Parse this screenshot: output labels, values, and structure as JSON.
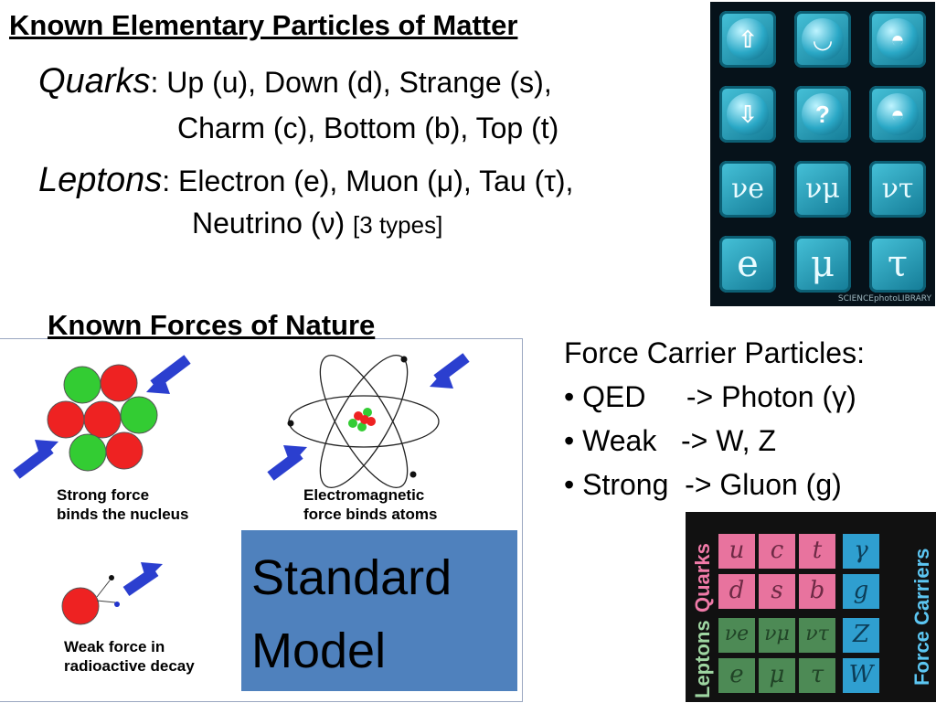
{
  "matter": {
    "title": "Known Elementary Particles of Matter",
    "quarks_label": "Quarks",
    "quarks_line1": ": Up (u), Down (d), Strange (s),",
    "quarks_line2": "Charm (c), Bottom (b), Top (t)",
    "leptons_label": "Leptons",
    "leptons_line1": ": Electron (e), Muon (μ), Tau (τ),",
    "leptons_line2": "Neutrino (ν)",
    "leptons_note": "[3 types]"
  },
  "tiles": {
    "rows": [
      [
        "⇧",
        "◡",
        "◓"
      ],
      [
        "⇩",
        "?",
        "◓"
      ],
      [
        "νe",
        "νμ",
        "ντ"
      ],
      [
        "e",
        "μ",
        "τ"
      ]
    ],
    "credit": "SCIENCEphotoLIBRARY"
  },
  "forces": {
    "title": "Known Forces of Nature",
    "strong_caption_1": "Strong force",
    "strong_caption_2": "binds the nucleus",
    "em_caption_1": "Electromagnetic",
    "em_caption_2": "force binds atoms",
    "weak_caption_1": "Weak force in",
    "weak_caption_2": "radioactive decay",
    "sm_line1": "Standard",
    "sm_line2": "Model"
  },
  "carriers": {
    "heading": "Force Carrier Particles:",
    "items": [
      "• QED     -> Photon (γ)",
      "• Weak   -> W, Z",
      "• Strong  -> Gluon (g)"
    ]
  },
  "sm_chart": {
    "quarks_label": "Quarks",
    "leptons_label": "Leptons",
    "carriers_label": "Force Carriers",
    "row1": [
      "u",
      "c",
      "t",
      "γ"
    ],
    "row2": [
      "d",
      "s",
      "b",
      "g"
    ],
    "row3": [
      "νe",
      "νμ",
      "ντ",
      "Z"
    ],
    "row4": [
      "e",
      "μ",
      "τ",
      "W"
    ],
    "colors": {
      "quark": "#e8739e",
      "lepton": "#4d8a55",
      "carrier": "#2f9fd0"
    }
  }
}
